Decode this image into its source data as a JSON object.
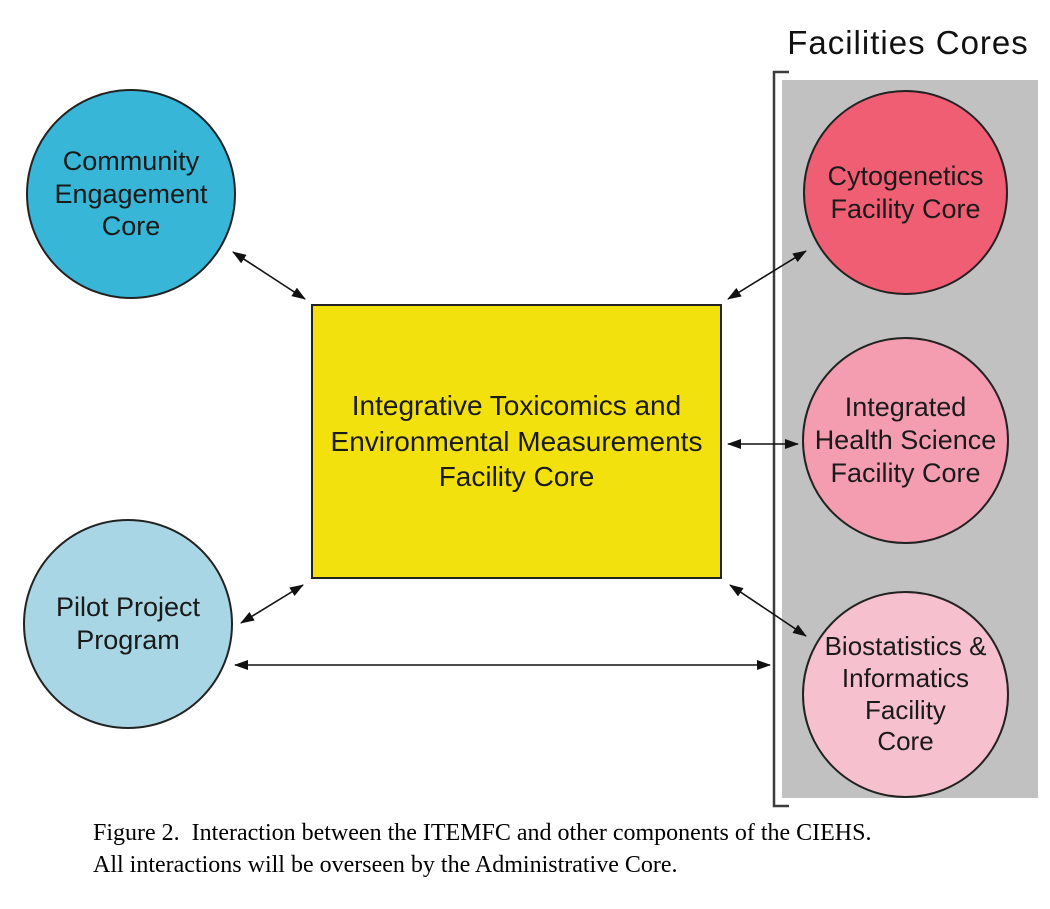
{
  "figure": {
    "caption_lines": [
      "Figure 2.  Interaction between the ITEMFC and other components of the CIEHS.",
      "All interactions will be overseen by the Administrative Core."
    ]
  },
  "facilities_group": {
    "title": "Facilities Cores",
    "background": "#c1c1c1",
    "bracket_color": "#3c3c3c"
  },
  "nodes": {
    "community_engagement": {
      "label": "Community Engagement Core",
      "lines": [
        "Community",
        "Engagement",
        "Core"
      ],
      "shape": "circle",
      "fill": "#38b6d7"
    },
    "pilot_project": {
      "label": "Pilot Project Program",
      "lines": [
        "Pilot Project",
        "Program"
      ],
      "shape": "circle",
      "fill": "#a9d6e5"
    },
    "itemfc": {
      "label": "Integrative Toxicomics and Environmental Measurements Facility Core",
      "lines": [
        "Integrative Toxicomics and",
        "Environmental Measurements",
        "Facility Core"
      ],
      "shape": "rect",
      "fill": "#f2e10d"
    },
    "cytogenetics": {
      "label": "Cytogenetics Facility Core",
      "lines": [
        "Cytogenetics",
        "Facility Core"
      ],
      "shape": "circle",
      "fill": "#f05e74"
    },
    "integrated_health_science": {
      "label": "Integrated Health Science Facility Core",
      "lines": [
        "Integrated",
        "Health Science",
        "Facility Core"
      ],
      "shape": "circle",
      "fill": "#f49db1"
    },
    "biostatistics_informatics": {
      "label": "Biostatistics & Informatics Facility Core",
      "lines": [
        "Biostatistics &",
        "Informatics",
        "Facility",
        "Core"
      ],
      "shape": "circle",
      "fill": "#f6c0ce"
    }
  },
  "edges": [
    {
      "from": "community_engagement",
      "to": "itemfc",
      "type": "double-arrow"
    },
    {
      "from": "pilot_project",
      "to": "itemfc",
      "type": "double-arrow"
    },
    {
      "from": "itemfc",
      "to": "cytogenetics",
      "type": "double-arrow"
    },
    {
      "from": "itemfc",
      "to": "integrated_health_science",
      "type": "double-arrow"
    },
    {
      "from": "itemfc",
      "to": "biostatistics_informatics",
      "type": "double-arrow"
    },
    {
      "from": "pilot_project",
      "to": "biostatistics_informatics",
      "type": "double-arrow"
    }
  ],
  "edge_color": "#111111"
}
